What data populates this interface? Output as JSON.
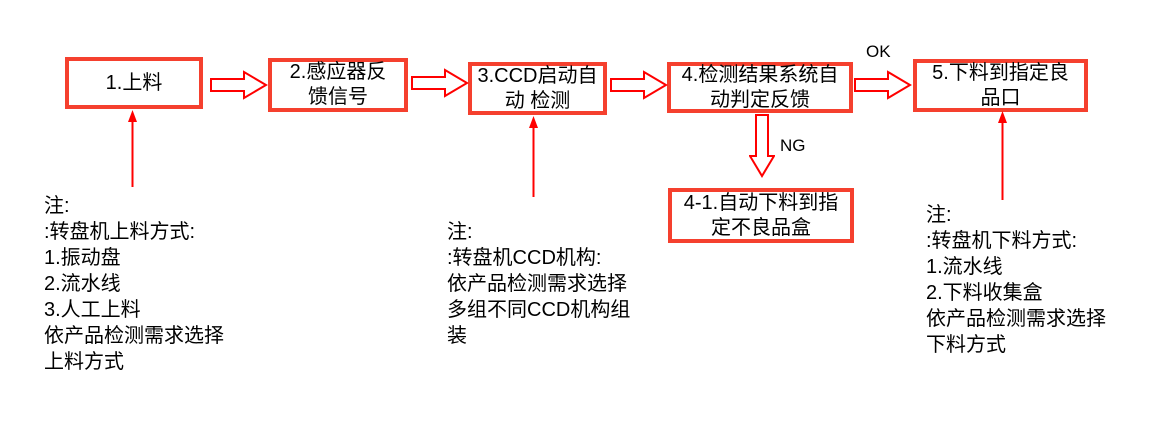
{
  "flow": {
    "boxes": [
      {
        "label": "1.上料"
      },
      {
        "label": "2.感应器反\n馈信号"
      },
      {
        "label": "3.CCD启动自\n动 检测"
      },
      {
        "label": "4.检测结果系统自\n动判定反馈"
      },
      {
        "label": "5.下料到指定良\n品口"
      },
      {
        "label": "4-1.自动下料到指\n定不良品盒"
      }
    ],
    "labels": {
      "ok": "OK",
      "ng": "NG"
    },
    "notes": [
      {
        "text": "注:\n:转盘机上料方式:\n1.振动盘\n2.流水线\n3.人工上料\n依产品检测需求选择\n上料方式"
      },
      {
        "text": "注:\n:转盘机CCD机构:\n依产品检测需求选择\n多组不同CCD机构组\n装"
      },
      {
        "text": "注:\n:转盘机下料方式:\n1.流水线\n2.下料收集盒\n依产品检测需求选择\n下料方式"
      }
    ],
    "colors": {
      "box_border": "#f5402e",
      "arrow": "#ff0000",
      "text": "#000000"
    }
  }
}
